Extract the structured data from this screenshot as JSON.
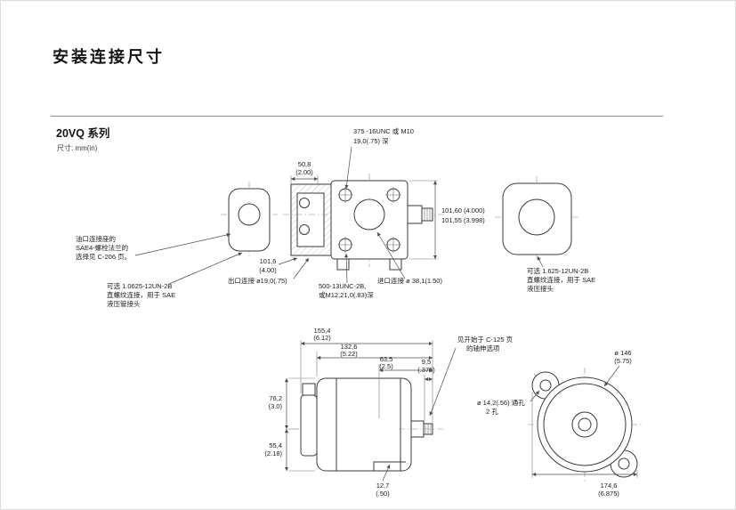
{
  "page": {
    "title": "安装连接尺寸",
    "series": "20VQ 系列",
    "units_label": "尺寸: mm(in)"
  },
  "front_view": {
    "thread_top_note": [
      "375 -16UNC 或 M10",
      "19,0(.75) 深"
    ],
    "dim_width": [
      "50,8",
      "(2.00)"
    ],
    "dim_pilot": [
      "101,60 (4.000)",
      "101,55 (3.998)"
    ],
    "dim_body": [
      "101,6",
      "(4.00)"
    ],
    "port_flange_note": [
      "油口连接座的",
      "SAE4-螺栓法兰的",
      "选择见 C-206 页。"
    ],
    "left_thread_note": [
      "可选 1.0625-12UN-2B",
      "直螺纹连接，用于 SAE",
      "液压管接头"
    ],
    "outlet_label": "出口连接 ø19,0(.75)",
    "bolt_thread_note": [
      "500-13UNC-2B,",
      "或M12,21,0(.83)深"
    ],
    "inlet_label": "进口连接 ø 38,1(1.50)",
    "right_thread_note": [
      "可选 1.625-12UN-2B",
      "直螺纹连接，用于 SAE",
      "液压接头"
    ]
  },
  "side_view": {
    "dim_overall": [
      "155,4",
      "(6.12)"
    ],
    "dim_body_length": [
      "132,6",
      "(5.22)"
    ],
    "dim_mid": [
      "63,5",
      "(2.5)"
    ],
    "dim_shaft": [
      "9,5",
      "(.375)"
    ],
    "dim_upper_height": [
      "76,2",
      "(3.0)"
    ],
    "dim_lower_height": [
      "55,4",
      "(2.18)"
    ],
    "dim_foot": [
      "12,7",
      "(.50)"
    ],
    "shaft_note": [
      "见开始于 C-125 页",
      "的轴伸选项"
    ]
  },
  "rear_view": {
    "dim_flange_dia": [
      "ø 146",
      "(5.75)"
    ],
    "mount_hole_note": [
      "ø 14,2(.56) 通孔",
      "2 孔"
    ],
    "dim_across_ears": [
      "174,6",
      "(6.875)"
    ]
  }
}
